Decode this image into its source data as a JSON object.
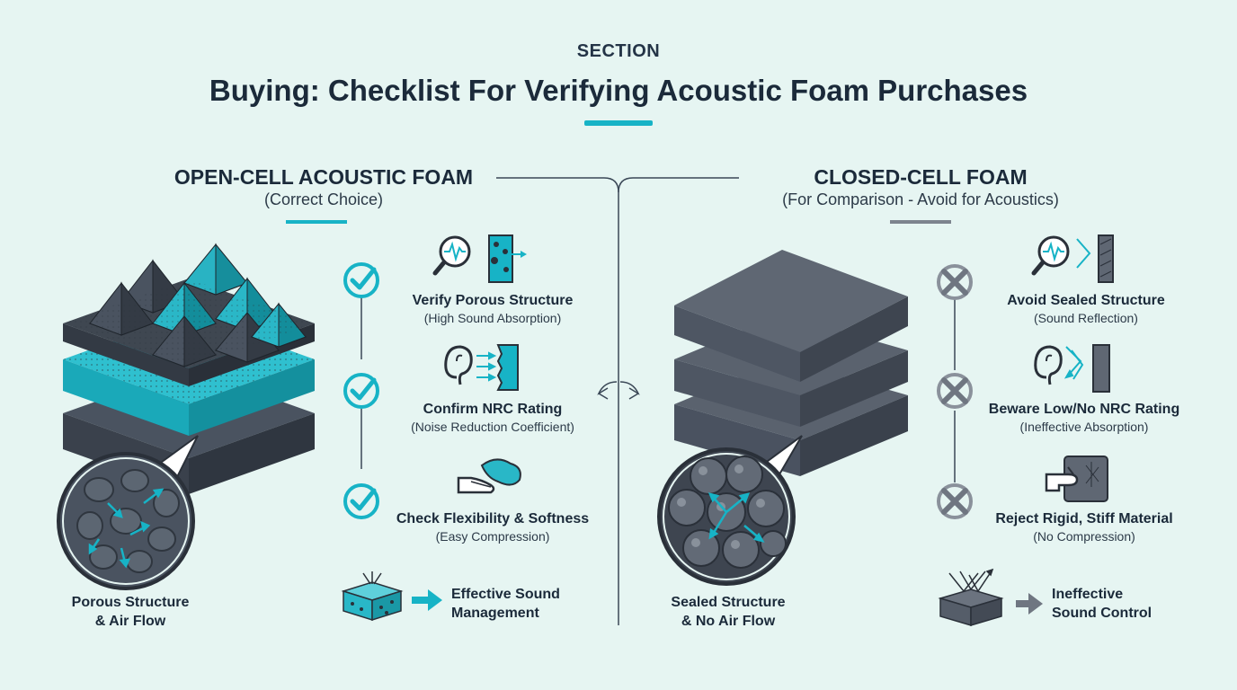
{
  "header": {
    "section_label": "SECTION",
    "title": "Buying: Checklist For Verifying Acoustic Foam Purchases"
  },
  "colors": {
    "accent": "#17b3c6",
    "dark_foam": "#4a5360",
    "background": "#e6f5f2",
    "reject": "#7d848e"
  },
  "open_cell": {
    "title": "OPEN-CELL ACOUSTIC FOAM",
    "subtitle": "(Correct Choice)",
    "caption_line1": "Porous Structure",
    "caption_line2": "& Air Flow",
    "items": [
      {
        "icon": "magnifier-porous-icon",
        "status_icon": "check-icon",
        "title": "Verify Porous Structure",
        "subtitle": "(High Sound Absorption)"
      },
      {
        "icon": "ear-absorption-icon",
        "status_icon": "check-icon",
        "title": "Confirm NRC Rating",
        "subtitle": "(Noise Reduction Coefficient)"
      },
      {
        "icon": "hand-squeeze-icon",
        "status_icon": "check-icon",
        "title": "Check Flexibility & Softness",
        "subtitle": "(Easy Compression)"
      }
    ],
    "result_line1": "Effective Sound",
    "result_line2": "Management"
  },
  "closed_cell": {
    "title": "CLOSED-CELL FOAM",
    "subtitle": "(For Comparison - Avoid for Acoustics)",
    "caption_line1": "Sealed Structure",
    "caption_line2": "& No Air Flow",
    "items": [
      {
        "icon": "magnifier-sealed-icon",
        "status_icon": "x-icon",
        "title": "Avoid Sealed Structure",
        "subtitle": "(Sound Reflection)"
      },
      {
        "icon": "ear-reflection-icon",
        "status_icon": "x-icon",
        "title": "Beware Low/No NRC Rating",
        "subtitle": "(Ineffective Absorption)"
      },
      {
        "icon": "hand-press-icon",
        "status_icon": "x-icon",
        "title": "Reject Rigid, Stiff Material",
        "subtitle": "(No Compression)"
      }
    ],
    "result_line1": "Ineffective",
    "result_line2": "Sound Control"
  }
}
